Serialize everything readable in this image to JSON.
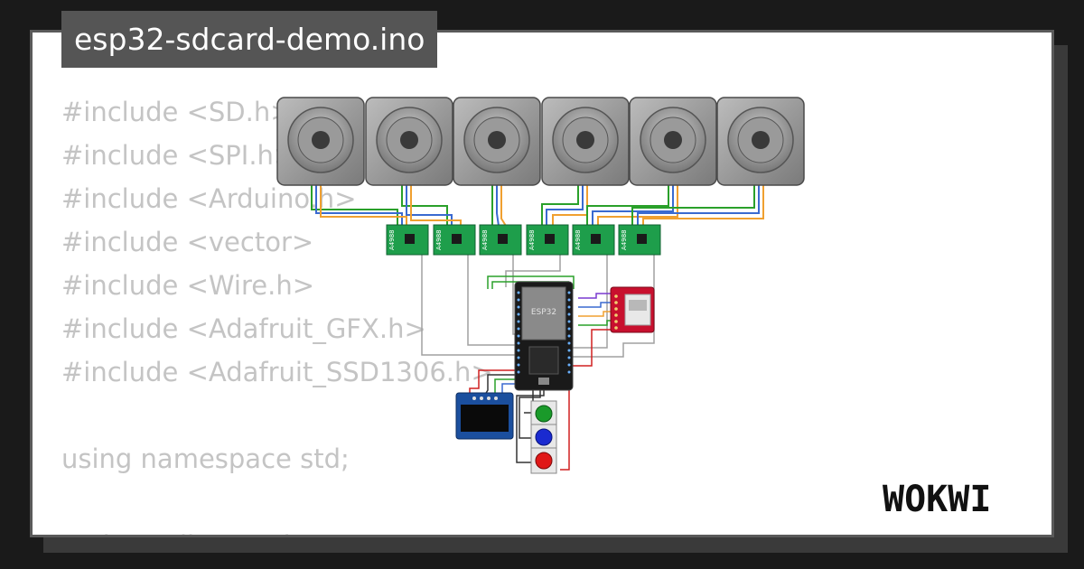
{
  "title": "esp32-sdcard-demo.ino",
  "code_lines": [
    "#include <SD.h>",
    "#include <SPI.h>",
    "#include <Arduino.h>",
    "#include <vector>",
    "#include <Wire.h>",
    "#include <Adafruit_GFX.h>",
    "#include <Adafruit_SSD1306.h>",
    "",
    "using namespace std;",
    "",
    "TaskHandle_t TaskP"
  ],
  "components": {
    "stepper_count": 6,
    "driver_label": "A4988",
    "mcu_label": "ESP32",
    "buttons": [
      "green-button",
      "blue-button",
      "red-button"
    ]
  },
  "colors": {
    "background": "#1a1a1a",
    "title_bg": "#555555",
    "code_text": "#c4c4c4",
    "driver_board": "#1e9e4b",
    "sd_module": "#c8102e",
    "oled": "#1b4f9e",
    "wire_green": "#2aa02a",
    "wire_orange": "#f0a030",
    "wire_blue": "#3a6ad0",
    "wire_gray": "#a0a0a0"
  },
  "brand": "WOKWI"
}
